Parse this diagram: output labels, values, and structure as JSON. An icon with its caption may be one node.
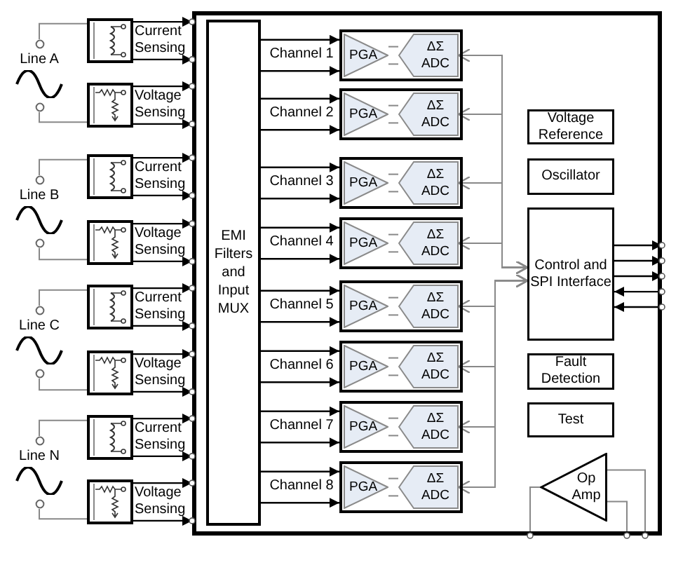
{
  "diagram": {
    "nodes": [
      {
        "text": [],
        "shape": "box"
      },
      {
        "text": [
          "EMI Filters and Input MUX"
        ],
        "in": 0
      },
      {
        "text": [
          "Line A"
        ]
      },
      {
        "text": [],
        "shape": "box",
        "beside": [
          "Current Sensing"
        ]
      },
      {
        "text": [],
        "shape": "box",
        "beside": [
          "Voltage Sensing"
        ]
      },
      {
        "text": [
          "Line B"
        ]
      },
      {
        "text": [],
        "shape": "box",
        "beside": [
          "Current Sensing"
        ]
      },
      {
        "text": [],
        "shape": "box",
        "beside": [
          "Voltage Sensing"
        ]
      },
      {
        "text": [
          "Line C"
        ]
      },
      {
        "text": [],
        "shape": "box",
        "beside": [
          "Current Sensing"
        ]
      },
      {
        "text": [],
        "shape": "box",
        "beside": [
          "Voltage Sensing"
        ]
      },
      {
        "text": [
          "Line N"
        ]
      },
      {
        "text": [],
        "shape": "box",
        "beside": [
          "Current Sensing"
        ]
      },
      {
        "text": [],
        "shape": "box",
        "beside": [
          "Voltage Sensing"
        ]
      },
      {
        "text": [],
        "shape": "box",
        "in": 0
      },
      {
        "text": [
          "PGA"
        ],
        "in": 14
      },
      {
        "text": [
          "ΔΣ ADC"
        ],
        "in": 14
      },
      {
        "text": [],
        "shape": "box",
        "in": 0
      },
      {
        "text": [
          "PGA"
        ],
        "in": 17
      },
      {
        "text": [
          "ΔΣ ADC"
        ],
        "in": 17
      },
      {
        "text": [],
        "shape": "box",
        "in": 0
      },
      {
        "text": [
          "PGA"
        ],
        "in": 20
      },
      {
        "text": [
          "ΔΣ ADC"
        ],
        "in": 20
      },
      {
        "text": [],
        "shape": "box",
        "in": 0
      },
      {
        "text": [
          "PGA"
        ],
        "in": 23
      },
      {
        "text": [
          "ΔΣ ADC"
        ],
        "in": 23
      },
      {
        "text": [],
        "shape": "box",
        "in": 0
      },
      {
        "text": [
          "PGA"
        ],
        "in": 26
      },
      {
        "text": [
          "ΔΣ ADC"
        ],
        "in": 26
      },
      {
        "text": [],
        "shape": "box",
        "in": 0
      },
      {
        "text": [
          "PGA"
        ],
        "in": 29
      },
      {
        "text": [
          "ΔΣ ADC"
        ],
        "in": 29
      },
      {
        "text": [],
        "shape": "box",
        "in": 0
      },
      {
        "text": [
          "PGA"
        ],
        "in": 32
      },
      {
        "text": [
          "ΔΣ ADC"
        ],
        "in": 32
      },
      {
        "text": [],
        "shape": "box",
        "in": 0
      },
      {
        "text": [
          "PGA"
        ],
        "in": 35
      },
      {
        "text": [
          "ΔΣ ADC"
        ],
        "in": 35
      },
      {
        "text": [
          "Voltage Reference"
        ],
        "in": 0
      },
      {
        "text": [
          "Oscillator"
        ],
        "in": 0
      },
      {
        "text": [
          "Control and SPI Interface"
        ],
        "in": 0
      },
      {
        "text": [
          "Fault Detection"
        ],
        "in": 0
      },
      {
        "text": [
          "Test"
        ],
        "in": 0
      },
      {
        "text": [
          "Op Amp"
        ],
        "in": 0
      }
    ],
    "edges": [
      {
        "from": 2,
        "to": 3,
        "arrow": "none",
        "color": "#888888"
      },
      {
        "from": 2,
        "to": 4,
        "arrow": "none",
        "color": "#888888"
      },
      {
        "from": 5,
        "to": 6,
        "arrow": "none",
        "color": "#888888"
      },
      {
        "from": 5,
        "to": 7,
        "arrow": "none",
        "color": "#888888"
      },
      {
        "from": 8,
        "to": 9,
        "arrow": "none",
        "color": "#888888"
      },
      {
        "from": 8,
        "to": 10,
        "arrow": "none",
        "color": "#888888"
      },
      {
        "from": 11,
        "to": 12,
        "arrow": "none",
        "color": "#888888"
      },
      {
        "from": 11,
        "to": 13,
        "arrow": "none",
        "color": "#888888"
      },
      {
        "from": 3,
        "to": 0,
        "arrow": "to"
      },
      {
        "from": 3,
        "to": 0,
        "arrow": "to"
      },
      {
        "from": 4,
        "to": 0,
        "arrow": "to"
      },
      {
        "from": 4,
        "to": 0,
        "arrow": "to"
      },
      {
        "from": 6,
        "to": 0,
        "arrow": "to"
      },
      {
        "from": 6,
        "to": 0,
        "arrow": "to"
      },
      {
        "from": 7,
        "to": 0,
        "arrow": "to"
      },
      {
        "from": 7,
        "to": 0,
        "arrow": "to"
      },
      {
        "from": 9,
        "to": 0,
        "arrow": "to"
      },
      {
        "from": 9,
        "to": 0,
        "arrow": "to"
      },
      {
        "from": 10,
        "to": 0,
        "arrow": "to"
      },
      {
        "from": 10,
        "to": 0,
        "arrow": "to"
      },
      {
        "from": 12,
        "to": 0,
        "arrow": "to"
      },
      {
        "from": 12,
        "to": 0,
        "arrow": "to"
      },
      {
        "from": 13,
        "to": 0,
        "arrow": "to"
      },
      {
        "from": 13,
        "to": 0,
        "arrow": "to"
      },
      {
        "from": 1,
        "to": 14,
        "arrow": "to"
      },
      {
        "from": 1,
        "to": 14,
        "arrow": "to"
      },
      {
        "from": 1,
        "to": 17,
        "arrow": "to"
      },
      {
        "from": 1,
        "to": 17,
        "arrow": "to"
      },
      {
        "from": 1,
        "to": 20,
        "arrow": "to"
      },
      {
        "from": 1,
        "to": 20,
        "arrow": "to"
      },
      {
        "from": 1,
        "to": 23,
        "arrow": "to"
      },
      {
        "from": 1,
        "to": 23,
        "arrow": "to"
      },
      {
        "from": 1,
        "to": 26,
        "arrow": "to"
      },
      {
        "from": 1,
        "to": 26,
        "arrow": "to"
      },
      {
        "from": 1,
        "to": 29,
        "arrow": "to"
      },
      {
        "from": 1,
        "to": 29,
        "arrow": "to"
      },
      {
        "from": 1,
        "to": 32,
        "arrow": "to"
      },
      {
        "from": 1,
        "to": 32,
        "arrow": "to"
      },
      {
        "from": 1,
        "to": 35,
        "arrow": "to"
      },
      {
        "from": 1,
        "to": 35,
        "arrow": "to"
      },
      {
        "from": 15,
        "to": 16,
        "arrow": "none",
        "color": "#888888"
      },
      {
        "from": 15,
        "to": 16,
        "arrow": "none",
        "color": "#888888"
      },
      {
        "from": 18,
        "to": 19,
        "arrow": "none",
        "color": "#888888"
      },
      {
        "from": 18,
        "to": 19,
        "arrow": "none",
        "color": "#888888"
      },
      {
        "from": 21,
        "to": 22,
        "arrow": "none",
        "color": "#888888"
      },
      {
        "from": 21,
        "to": 22,
        "arrow": "none",
        "color": "#888888"
      },
      {
        "from": 24,
        "to": 25,
        "arrow": "none",
        "color": "#888888"
      },
      {
        "from": 24,
        "to": 25,
        "arrow": "none",
        "color": "#888888"
      },
      {
        "from": 27,
        "to": 28,
        "arrow": "none",
        "color": "#888888"
      },
      {
        "from": 27,
        "to": 28,
        "arrow": "none",
        "color": "#888888"
      },
      {
        "from": 30,
        "to": 31,
        "arrow": "none",
        "color": "#888888"
      },
      {
        "from": 30,
        "to": 31,
        "arrow": "none",
        "color": "#888888"
      },
      {
        "from": 33,
        "to": 34,
        "arrow": "none",
        "color": "#888888"
      },
      {
        "from": 33,
        "to": 34,
        "arrow": "none",
        "color": "#888888"
      },
      {
        "from": 36,
        "to": 37,
        "arrow": "none",
        "color": "#888888"
      },
      {
        "from": 36,
        "to": 37,
        "arrow": "none",
        "color": "#888888"
      },
      {
        "from": 16,
        "to": 40,
        "arrow": "both",
        "color": "#888888"
      },
      {
        "from": 19,
        "to": 40,
        "arrow": "both",
        "color": "#888888"
      },
      {
        "from": 22,
        "to": 40,
        "arrow": "both",
        "color": "#888888"
      },
      {
        "from": 25,
        "to": 40,
        "arrow": "both",
        "color": "#888888"
      },
      {
        "from": 28,
        "to": 40,
        "arrow": "both",
        "color": "#888888"
      },
      {
        "from": 31,
        "to": 40,
        "arrow": "both",
        "color": "#888888"
      },
      {
        "from": 34,
        "to": 40,
        "arrow": "both",
        "color": "#888888"
      },
      {
        "from": 37,
        "to": 40,
        "arrow": "both",
        "color": "#888888"
      },
      {
        "from": 40,
        "to": null,
        "arrow": "to"
      },
      {
        "from": 40,
        "to": null,
        "arrow": "to"
      },
      {
        "from": 40,
        "to": null,
        "arrow": "to"
      },
      {
        "from": null,
        "to": 40,
        "arrow": "to"
      },
      {
        "from": null,
        "to": 40,
        "arrow": "to"
      },
      {
        "from": 43,
        "to": null,
        "arrow": "none",
        "color": "#888888"
      },
      {
        "from": 43,
        "to": null,
        "arrow": "none",
        "color": "#888888"
      },
      {
        "from": 43,
        "to": null,
        "arrow": "none",
        "color": "#888888"
      }
    ],
    "labels": [
      "Channel 1",
      "Channel 2",
      "Channel 3",
      "Channel 4",
      "Channel 5",
      "Channel 6",
      "Channel 7",
      "Channel 8"
    ]
  }
}
